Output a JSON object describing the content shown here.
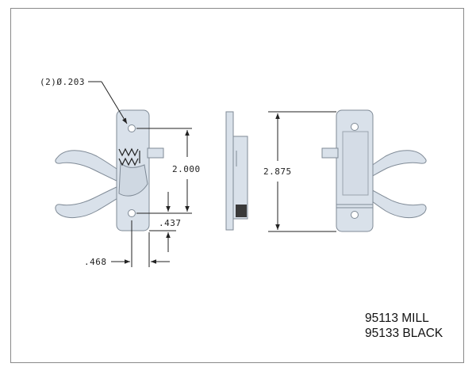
{
  "dimensions": {
    "hole_callout": "(2)Ø.203",
    "hole_spacing": "2.000",
    "hole_offset": ".437",
    "edge_offset": ".468",
    "overall_height": "2.875"
  },
  "part_numbers": [
    "95113 MILL",
    "95133 BLACK"
  ],
  "colors": {
    "part_fill": "#d9e1ea",
    "part_edge": "#7f8a96",
    "dim_line": "#222222"
  }
}
